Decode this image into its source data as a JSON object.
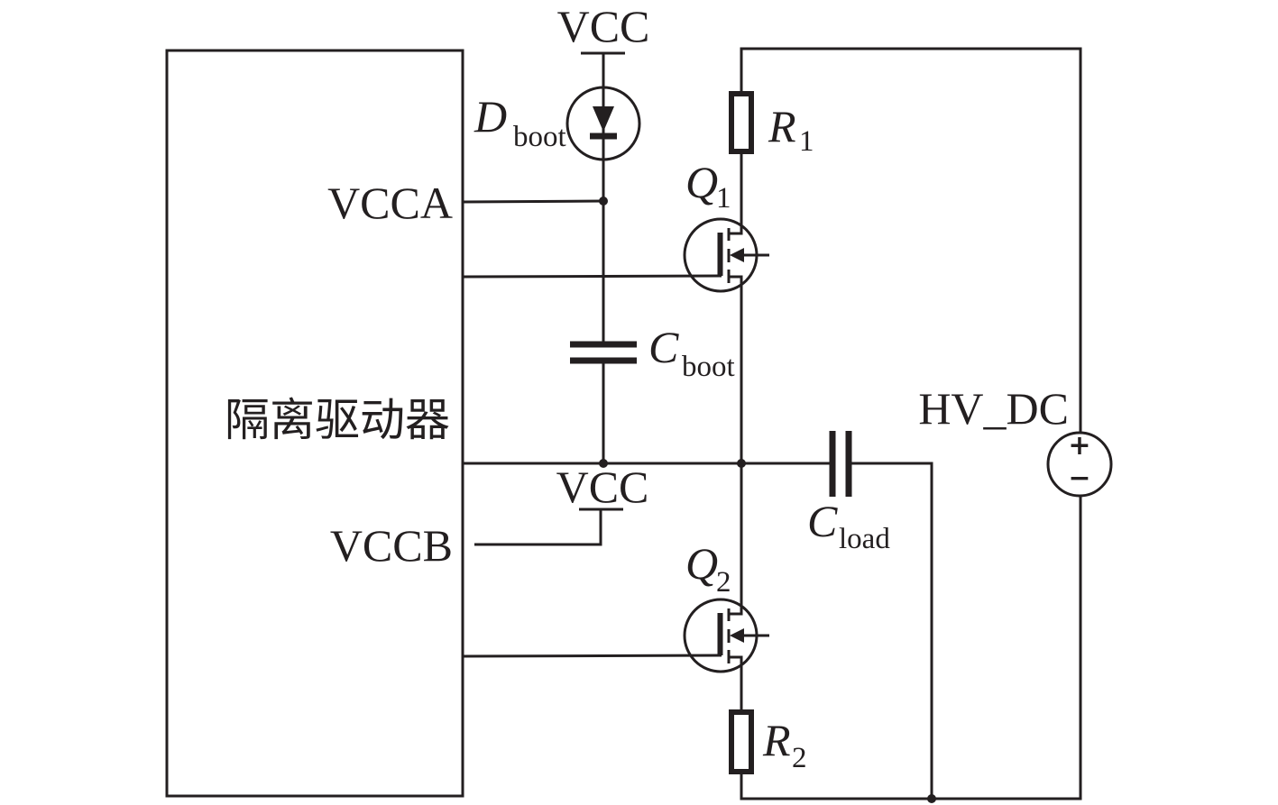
{
  "diagram": {
    "type": "circuit-schematic",
    "driver_block": {
      "label": "隔离驱动器",
      "pins": {
        "vcca": "VCCA",
        "vccb": "VCCB"
      }
    },
    "supplies": {
      "vcc_top": "VCC",
      "vcc_bottom": "VCC"
    },
    "components": {
      "d_boot": {
        "main": "D",
        "sub": "boot"
      },
      "c_boot": {
        "main": "C",
        "sub": "boot"
      },
      "c_load": {
        "main": "C",
        "sub": "load"
      },
      "q1": {
        "main": "Q",
        "sub": "1"
      },
      "q2": {
        "main": "Q",
        "sub": "2"
      },
      "r1": {
        "main": "R",
        "sub": "1"
      },
      "r2": {
        "main": "R",
        "sub": "2"
      },
      "hv_dc": {
        "label": "HV_DC",
        "plus": "+",
        "minus": "−"
      }
    },
    "colors": {
      "ink": "#231f20",
      "background": "#ffffff"
    }
  }
}
